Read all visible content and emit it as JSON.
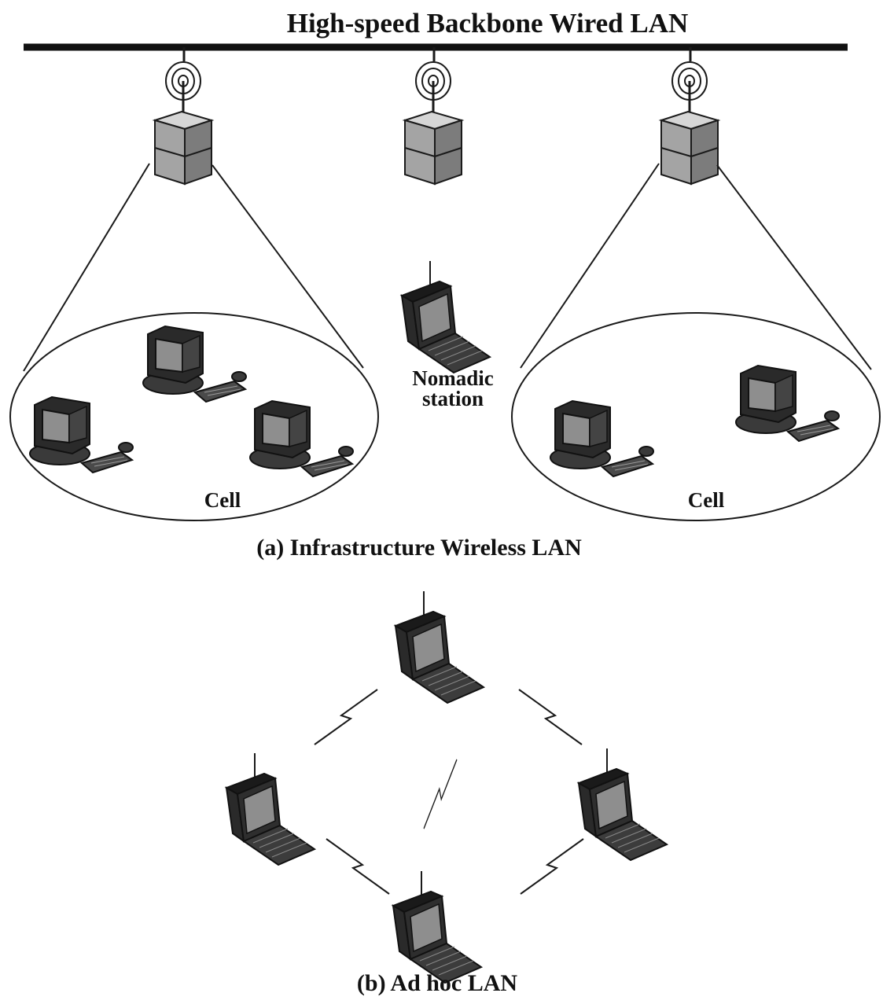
{
  "backbone": {
    "label": "High-speed Backbone Wired LAN"
  },
  "infrastructure": {
    "caption": "(a) Infrastructure Wireless LAN",
    "cells": [
      {
        "label": "Cell",
        "stations": 3
      },
      {
        "label": "Cell",
        "stations": 2
      }
    ],
    "access_points": 3,
    "nomadic_station": {
      "label_line1": "Nomadic",
      "label_line2": "station"
    }
  },
  "adhoc": {
    "caption": "(b) Ad hoc LAN",
    "laptops": 4,
    "wireless_links": 5
  },
  "colors": {
    "line": "#1a1a1a",
    "device_gray": "#9a9a9a",
    "device_dark": "#2a2a2a"
  }
}
